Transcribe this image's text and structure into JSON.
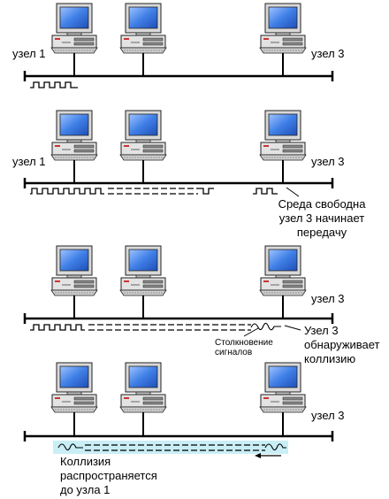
{
  "panels": [
    {
      "node_left_label": "узел 1",
      "node_right_label": "узел 3"
    },
    {
      "node_left_label": "узел 1",
      "node_right_label": "узел 3",
      "note_lines": [
        "Среда свободна",
        "узел 3 начинает",
        "передачу"
      ]
    },
    {
      "node_right_label": "узел 3",
      "collision_label_lines": [
        "Столкновение",
        "сигналов"
      ],
      "note_lines": [
        "Узел 3",
        "обнаруживает",
        "коллизию"
      ]
    },
    {
      "node_right_label": "узел 3",
      "note_lines": [
        "Коллизия",
        "распространяется",
        "до узла 1"
      ]
    }
  ],
  "colors": {
    "screen": "#3f7fe6",
    "bus": "#000000",
    "collision_highlight": "#c9eef6"
  },
  "icons": [
    "computer-icon",
    "bus-line",
    "signal-waveform",
    "arrow-left-icon"
  ]
}
